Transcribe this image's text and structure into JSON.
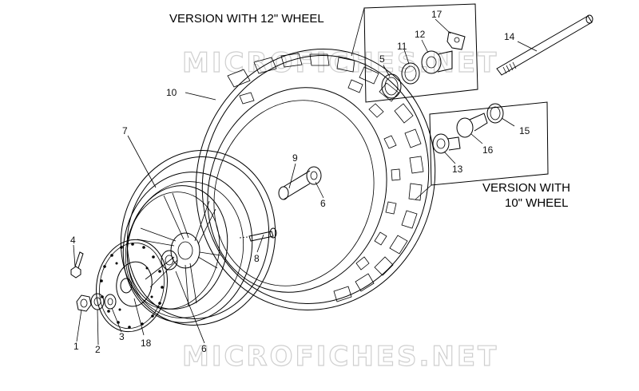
{
  "headings": {
    "version_12": "VERSION WITH 12\" WHEEL",
    "version_10_line1": "VERSION WITH",
    "version_10_line2": "10\" WHEEL"
  },
  "watermark": "MICROFICHES.NET",
  "callouts": {
    "c1": "1",
    "c2": "2",
    "c3": "3",
    "c4": "4",
    "c5": "5",
    "c6a": "6",
    "c6b": "6",
    "c7": "7",
    "c8": "8",
    "c9": "9",
    "c10": "10",
    "c11": "11",
    "c12": "12",
    "c13": "13",
    "c14": "14",
    "c15": "15",
    "c16": "16",
    "c17": "17",
    "c18": "18"
  },
  "colors": {
    "line": "#000000",
    "watermark": "#cfcfcf",
    "background": "#ffffff"
  }
}
